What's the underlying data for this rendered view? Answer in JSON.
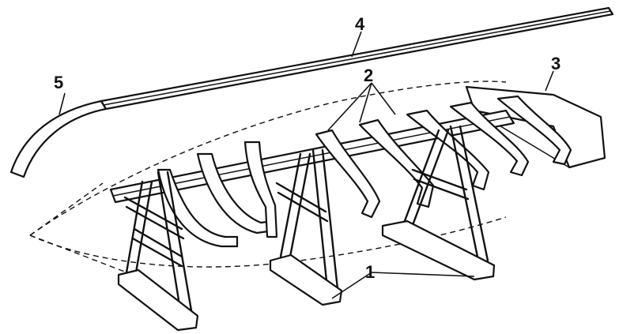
{
  "callouts": [
    {
      "id": "stand",
      "label": "1"
    },
    {
      "id": "frame",
      "label": "2"
    },
    {
      "id": "transom",
      "label": "3"
    },
    {
      "id": "keel",
      "label": "4"
    },
    {
      "id": "stem",
      "label": "5"
    }
  ],
  "colors": {
    "ink": "#111111",
    "paper": "#ffffff"
  }
}
